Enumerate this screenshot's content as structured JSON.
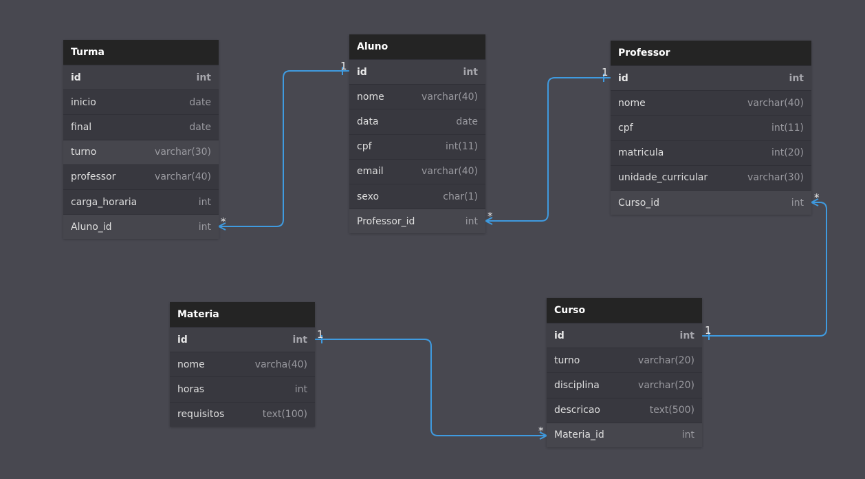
{
  "colors": {
    "background": "#484850",
    "header": "#242424",
    "table_body": "#38383f",
    "link": "#3f9be0"
  },
  "tables": {
    "turma": {
      "name": "Turma",
      "fields": [
        {
          "name": "id",
          "type": "int"
        },
        {
          "name": "inicio",
          "type": "date"
        },
        {
          "name": "final",
          "type": "date"
        },
        {
          "name": "turno",
          "type": "varchar(30)"
        },
        {
          "name": "professor",
          "type": "varchar(40)"
        },
        {
          "name": "carga_horaria",
          "type": "int"
        },
        {
          "name": "Aluno_id",
          "type": "int"
        }
      ]
    },
    "aluno": {
      "name": "Aluno",
      "fields": [
        {
          "name": "id",
          "type": "int"
        },
        {
          "name": "nome",
          "type": "varchar(40)"
        },
        {
          "name": "data",
          "type": "date"
        },
        {
          "name": "cpf",
          "type": "int(11)"
        },
        {
          "name": "email",
          "type": "varchar(40)"
        },
        {
          "name": "sexo",
          "type": "char(1)"
        },
        {
          "name": "Professor_id",
          "type": "int"
        }
      ]
    },
    "professor": {
      "name": "Professor",
      "fields": [
        {
          "name": "id",
          "type": "int"
        },
        {
          "name": "nome",
          "type": "varchar(40)"
        },
        {
          "name": "cpf",
          "type": "int(11)"
        },
        {
          "name": "matricula",
          "type": "int(20)"
        },
        {
          "name": "unidade_curricular",
          "type": "varchar(30)"
        },
        {
          "name": "Curso_id",
          "type": "int"
        }
      ]
    },
    "materia": {
      "name": "Materia",
      "fields": [
        {
          "name": "id",
          "type": "int"
        },
        {
          "name": "nome",
          "type": "varcha(40)"
        },
        {
          "name": "horas",
          "type": "int"
        },
        {
          "name": "requisitos",
          "type": "text(100)"
        }
      ]
    },
    "curso": {
      "name": "Curso",
      "fields": [
        {
          "name": "id",
          "type": "int"
        },
        {
          "name": "turno",
          "type": "varchar(20)"
        },
        {
          "name": "disciplina",
          "type": "varchar(20)"
        },
        {
          "name": "descricao",
          "type": "text(500)"
        },
        {
          "name": "Materia_id",
          "type": "int"
        }
      ]
    }
  },
  "relationships": [
    {
      "from": "Turma.Aluno_id",
      "to": "Aluno.id",
      "from_card": "*",
      "to_card": "1"
    },
    {
      "from": "Aluno.Professor_id",
      "to": "Professor.id",
      "from_card": "*",
      "to_card": "1"
    },
    {
      "from": "Professor.Curso_id",
      "to": "Curso.id",
      "from_card": "*",
      "to_card": "1"
    },
    {
      "from": "Curso.Materia_id",
      "to": "Materia.id",
      "from_card": "*",
      "to_card": "1"
    }
  ]
}
